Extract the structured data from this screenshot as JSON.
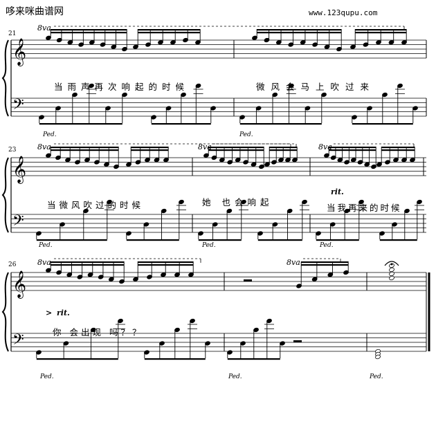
{
  "header": {
    "site_name": "哆来咪曲谱网",
    "site_url": "www.123qupu.com"
  },
  "measure_numbers": [
    "21",
    "23",
    "26"
  ],
  "ottava": "8va",
  "pedal": "Ped.",
  "tempo_marks": {
    "rit": "rit.",
    "accent": ">"
  },
  "lyrics": {
    "l1a": "当雨声再次响起的时候",
    "l1b": "微风会马上吹过来",
    "l2a": "当微风吹过的时候",
    "l2b": "她 也会响起",
    "l2c": "当我再来的时候",
    "l3": "你    会出现 吗？？"
  }
}
